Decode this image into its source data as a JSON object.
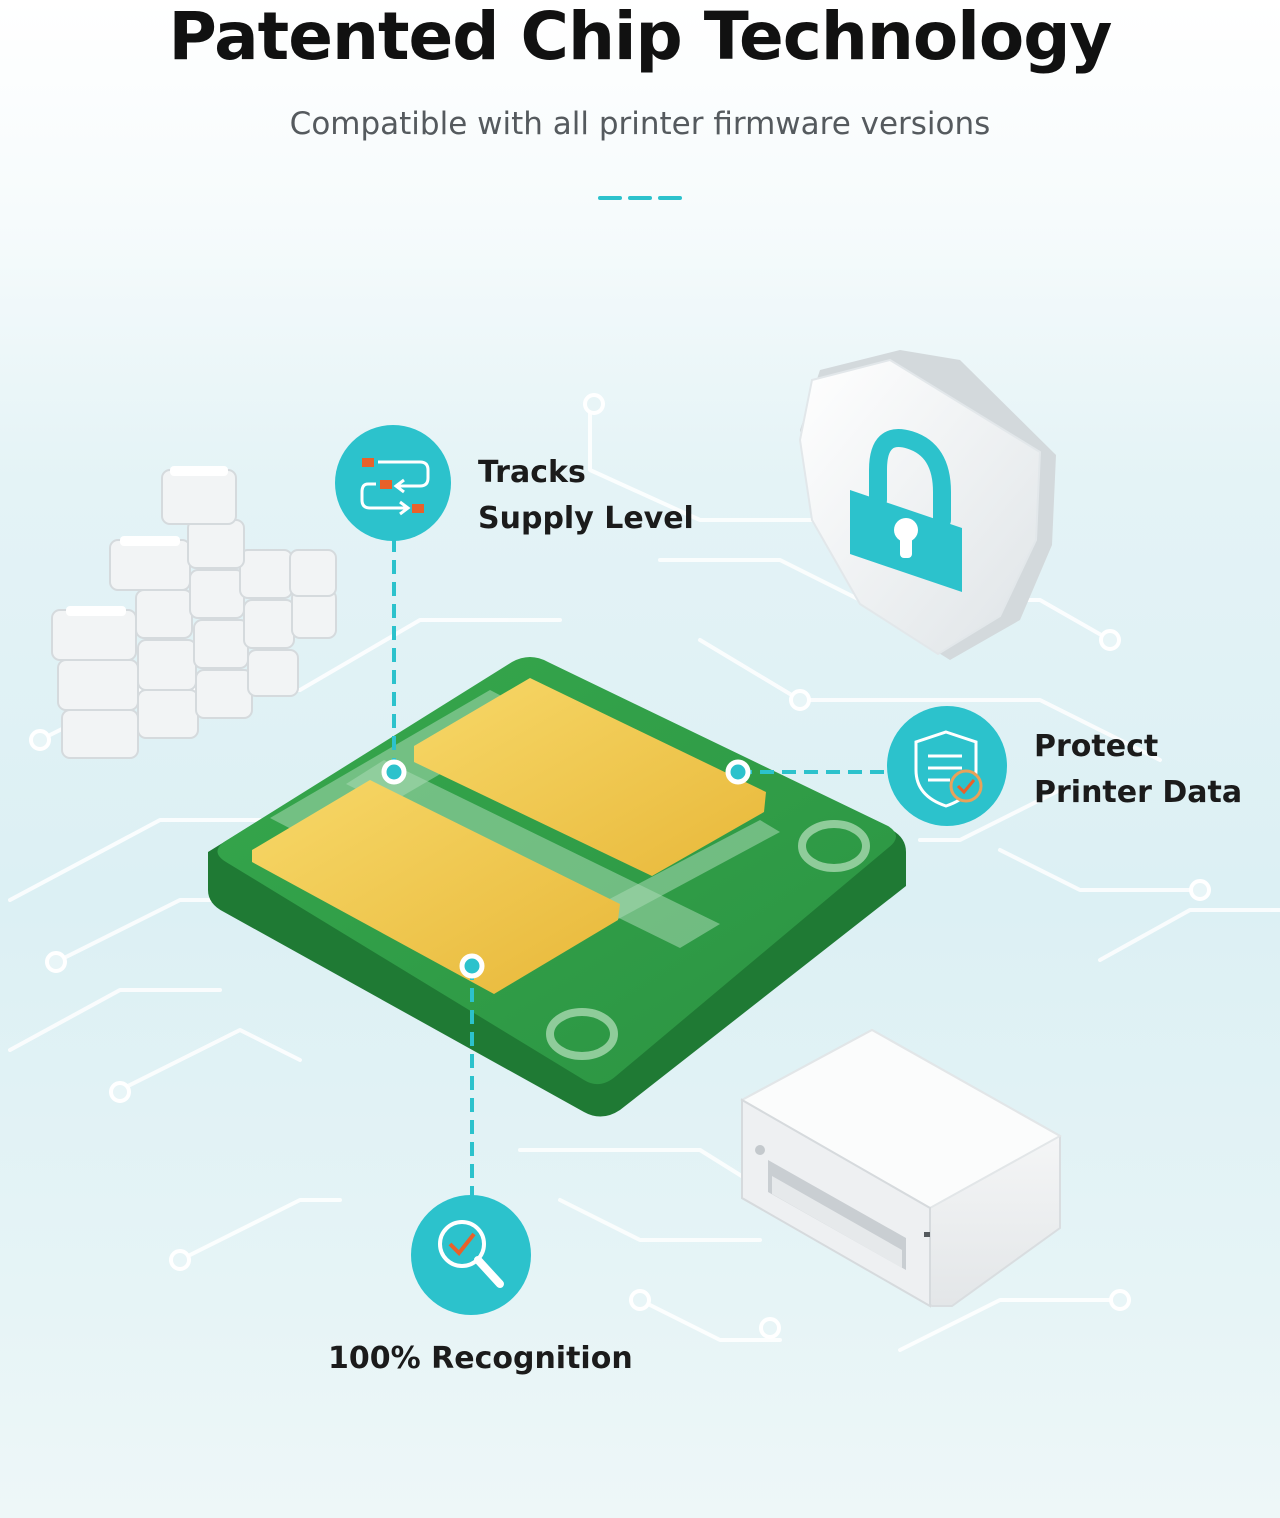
{
  "header": {
    "title": "Patented Chip Technology",
    "subtitle": "Compatible with all printer firmware versions"
  },
  "features": [
    {
      "line1": "Tracks",
      "line2": "Supply Level",
      "icon": "transfer-arrows-icon"
    },
    {
      "line1": "Protect",
      "line2": "Printer Data",
      "icon": "shield-document-check-icon"
    },
    {
      "line1": "100% Recognition",
      "icon": "magnifier-check-icon"
    }
  ],
  "colors": {
    "accent": "#2cc2cc",
    "accent_dark": "#22a9b3",
    "orange": "#e8612a",
    "board_green": "#2e9a45",
    "board_side": "#1f7a34",
    "gold_pad": "#f1c84a",
    "title_text": "#111111",
    "subtitle_text": "#555a5e"
  }
}
